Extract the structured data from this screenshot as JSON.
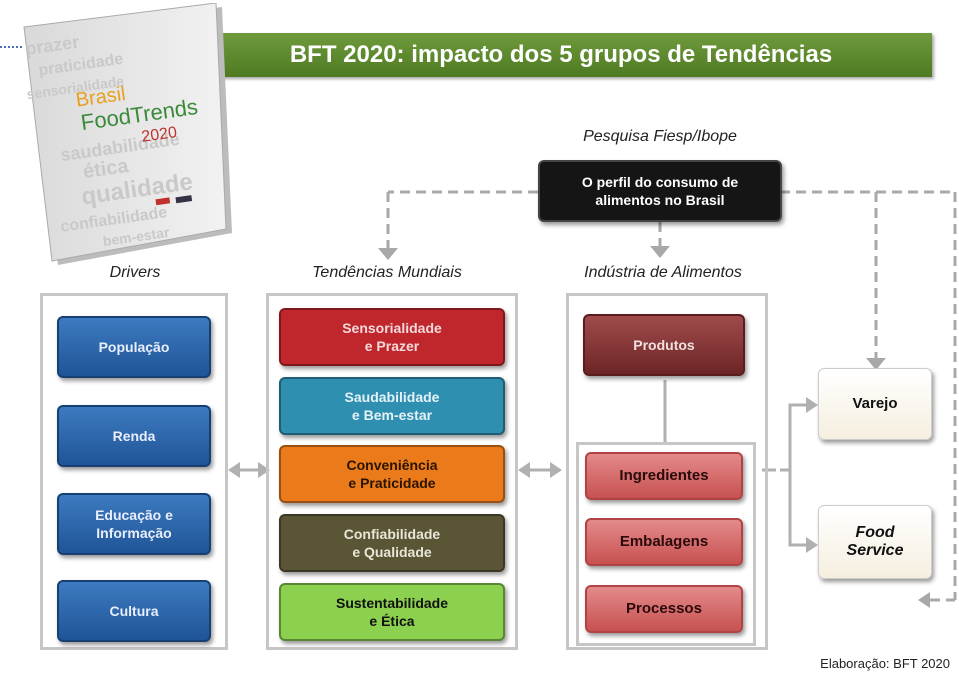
{
  "title": "BFT 2020: impacto dos 5 grupos de Tendências",
  "book": {
    "line1": "Brasil",
    "line2": "FoodTrends",
    "line3": "2020",
    "words": [
      "prazer",
      "praticidade",
      "sensorialidade",
      "ética",
      "qualidade",
      "confiabilidade",
      "saudabilidade",
      "bem-estar"
    ]
  },
  "survey_label": "Pesquisa Fiesp/Ibope",
  "survey_box": {
    "line1": "O perfil do consumo de",
    "line2": "alimentos no Brasil"
  },
  "headers": {
    "drivers": "Drivers",
    "trends": "Tendências Mundiais",
    "industry": "Indústria de Alimentos"
  },
  "drivers": [
    "População",
    "Renda",
    "Educação e Informação",
    "Cultura"
  ],
  "trends": [
    {
      "l1": "Sensorialidade",
      "l2": "e Prazer",
      "color": "#c0272d"
    },
    {
      "l1": "Saudabilidade",
      "l2": "e Bem-estar",
      "color": "#2f8fb0"
    },
    {
      "l1": "Conveniência",
      "l2": "e Praticidade",
      "color": "#ea7a1a"
    },
    {
      "l1": "Confiabilidade",
      "l2": "e Qualidade",
      "color": "#5a5535"
    },
    {
      "l1": "Sustentabilidade",
      "l2": "e Ética",
      "color": "#8bd04e"
    }
  ],
  "industry": {
    "products": "Produtos",
    "ingredients": "Ingredientes",
    "packaging": "Embalagens",
    "processes": "Processos"
  },
  "outputs": {
    "retail": "Varejo",
    "food_service_l1": "Food",
    "food_service_l2": "Service"
  },
  "footer": "Elaboração: BFT 2020"
}
